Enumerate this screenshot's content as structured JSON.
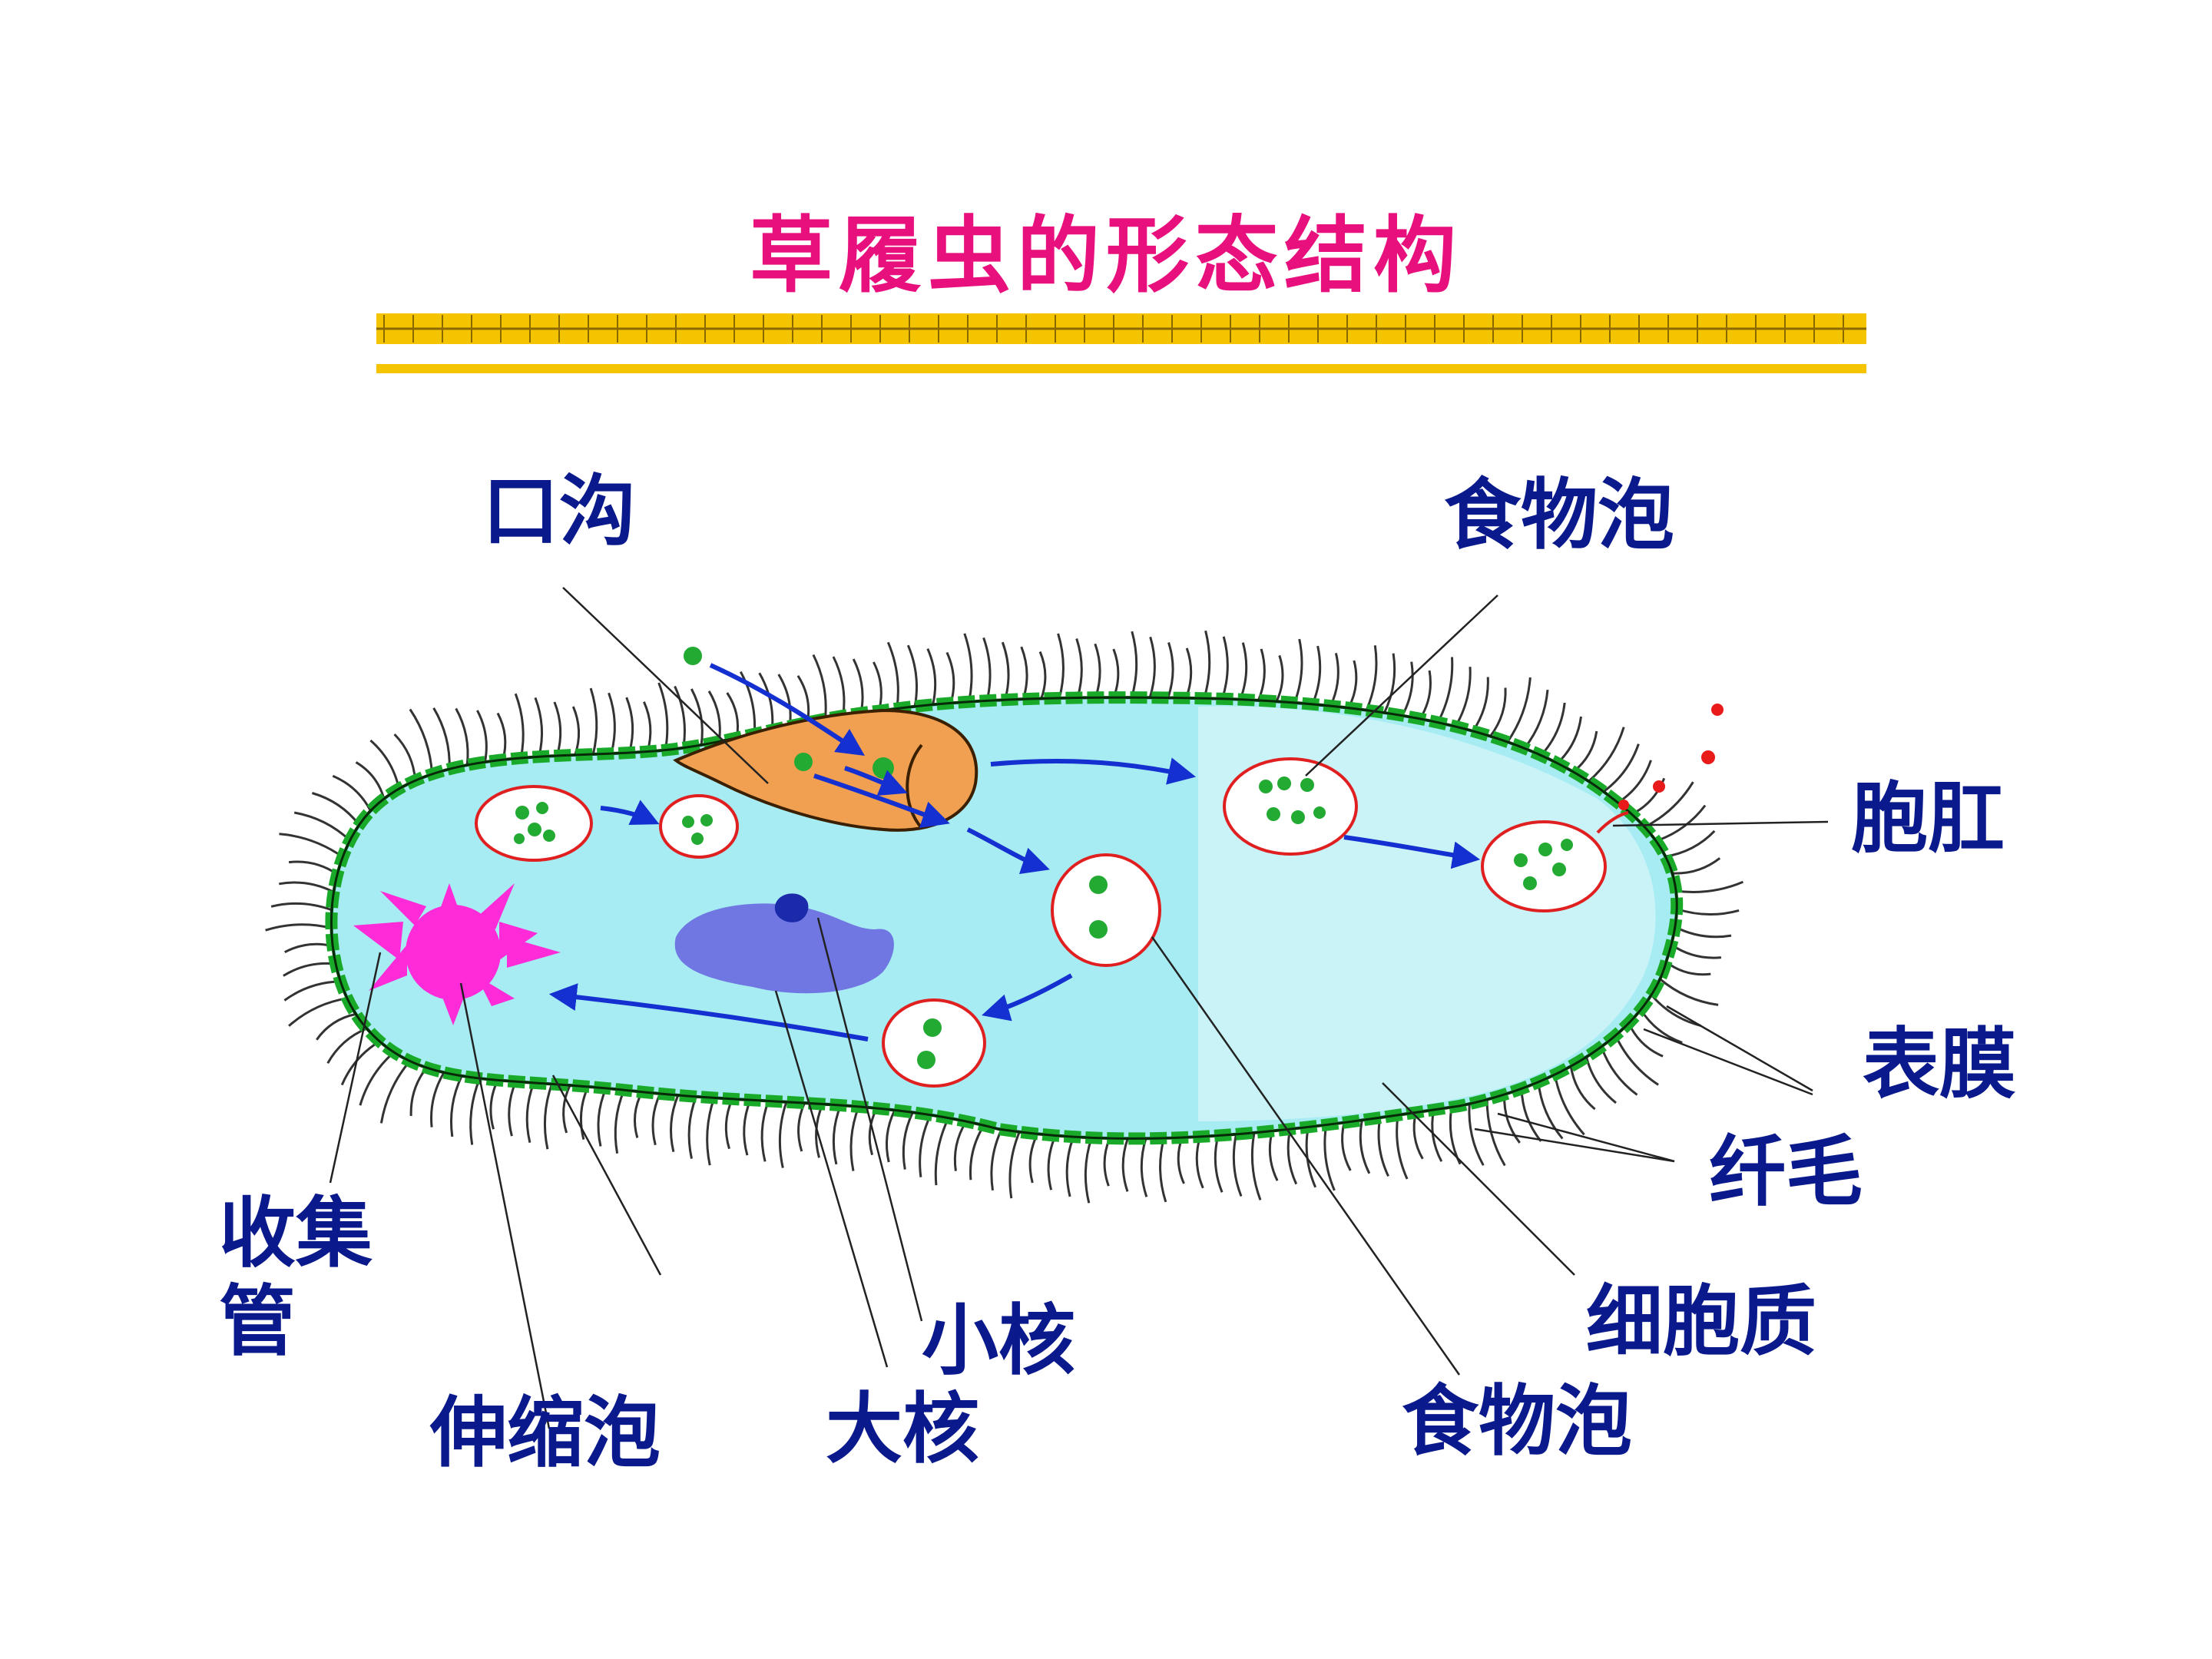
{
  "title": "草履虫的形态结构",
  "labels": {
    "oral_groove": "口沟",
    "food_vacuole_top": "食物泡",
    "anal_pore": "胞肛",
    "pellicle": "表膜",
    "cilia": "纤毛",
    "cytoplasm": "细胞质",
    "food_vacuole_bottom": "食物泡",
    "micronucleus": "小核",
    "macronucleus": "大核",
    "contractile_vacuole": "伸缩泡",
    "collecting_canal": "收集管"
  },
  "colors": {
    "title": "#e8107c",
    "label": "#0a1a8c",
    "title_bar": "#f5c400",
    "title_bar_line": "#8a6a00",
    "cytoplasm_fill": "#a6ecf2",
    "pellicle": "#1aaa2a",
    "oral_groove_fill": "#f0a050",
    "vacuole_border": "#e02020",
    "food_particle": "#22aa33",
    "arrow": "#1530d0",
    "contractile_vacuole": "#ff2ad8",
    "macronucleus": "#6a6ae0",
    "micronucleus": "#1a2aaa",
    "waste_particles": "#e81a1a"
  }
}
